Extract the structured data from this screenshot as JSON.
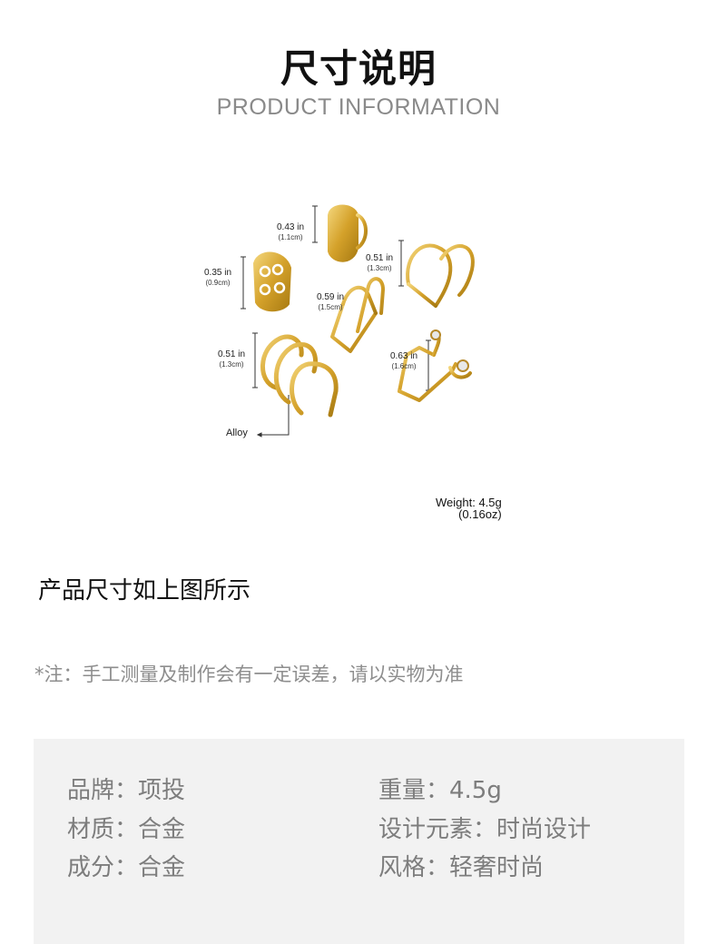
{
  "header": {
    "title": "尺寸说明",
    "subtitle": "PRODUCT INFORMATION"
  },
  "diagram": {
    "dimensions": [
      {
        "in": "0.43 in",
        "cm": "(1.1cm)"
      },
      {
        "in": "0.35 in",
        "cm": "(0.9cm)"
      },
      {
        "in": "0.51 in",
        "cm": "(1.3cm)"
      },
      {
        "in": "0.59 in",
        "cm": "(1.5cm)"
      },
      {
        "in": "0.51 in",
        "cm": "(1.3cm)"
      },
      {
        "in": "0.63 in",
        "cm": "(1.6cm)"
      }
    ],
    "material_label": "Alloy",
    "weight_line1": "Weight: 4.5g",
    "weight_line2": "(0.16oz)",
    "colors": {
      "gold": "#d4a12a",
      "gold_light": "#f3d57a",
      "gold_dark": "#a77a12"
    }
  },
  "description": "产品尺寸如上图所示",
  "note": "*注：手工测量及制作会有一定误差，请以实物为准",
  "specs": {
    "brand": "品牌：项投",
    "weight": "重量：4.5g",
    "material": "材质：合金",
    "design": "设计元素：时尚设计",
    "composition": "成分：合金",
    "style": "风格：轻奢时尚"
  }
}
